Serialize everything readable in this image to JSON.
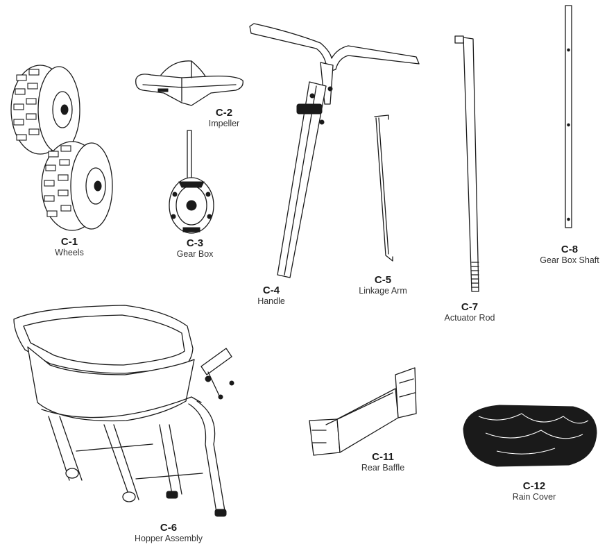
{
  "parts": [
    {
      "id": "c1",
      "code": "C-1",
      "name": "Wheels",
      "icon": "wheels-icon"
    },
    {
      "id": "c2",
      "code": "C-2",
      "name": "Impeller",
      "icon": "impeller-icon"
    },
    {
      "id": "c3",
      "code": "C-3",
      "name": "Gear Box",
      "icon": "gear-box-icon"
    },
    {
      "id": "c4",
      "code": "C-4",
      "name": "Handle",
      "icon": "handle-icon"
    },
    {
      "id": "c5",
      "code": "C-5",
      "name": "Linkage Arm",
      "icon": "linkage-arm-icon"
    },
    {
      "id": "c6",
      "code": "C-6",
      "name": "Hopper Assembly",
      "icon": "hopper-assembly-icon"
    },
    {
      "id": "c7",
      "code": "C-7",
      "name": "Actuator Rod",
      "icon": "actuator-rod-icon"
    },
    {
      "id": "c8",
      "code": "C-8",
      "name": "Gear Box Shaft",
      "icon": "gear-box-shaft-icon"
    },
    {
      "id": "c11",
      "code": "C-11",
      "name": "Rear Baffle",
      "icon": "rear-baffle-icon"
    },
    {
      "id": "c12",
      "code": "C-12",
      "name": "Rain Cover",
      "icon": "rain-cover-icon"
    }
  ]
}
